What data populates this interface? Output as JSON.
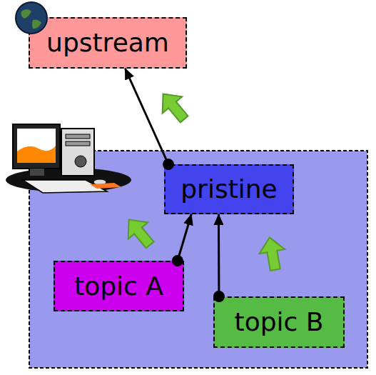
{
  "diagram": {
    "nodes": [
      {
        "text": [
          "upstream"
        ]
      },
      {
        "text": [
          "pristine"
        ]
      },
      {
        "text": [
          "topic A"
        ]
      },
      {
        "text": [
          "topic B"
        ]
      }
    ],
    "edges": [
      {
        "from": 1,
        "to": 0,
        "arrow": "to"
      },
      {
        "from": 2,
        "to": 1,
        "arrow": "to"
      },
      {
        "from": 3,
        "to": 1,
        "arrow": "to"
      }
    ]
  }
}
